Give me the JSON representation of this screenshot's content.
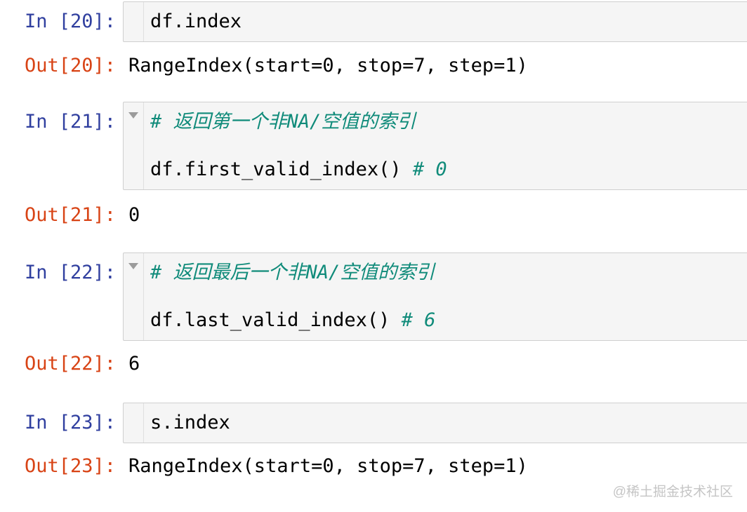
{
  "colors": {
    "in_prompt": "#303f9f",
    "out_prompt": "#d84315",
    "comment": "#108b7a",
    "code_text": "#000000",
    "cell_background": "#f5f5f5",
    "cell_border": "#cfcfcf",
    "gutter_divider": "#e0e0e0",
    "fold_arrow": "#9b9b9b",
    "watermark": "#c5c5c5",
    "page_background": "#ffffff"
  },
  "cells": [
    {
      "input_prompt": "In [20]:",
      "code_line": "df.index",
      "output_prompt": "Out[20]:",
      "output_text": "RangeIndex(start=0, stop=7, step=1)"
    },
    {
      "input_prompt": "In [21]:",
      "comment_line": "# 返回第一个非NA/空值的索引",
      "code_line": "df.first_valid_index() ",
      "inline_comment": "# 0",
      "output_prompt": "Out[21]:",
      "output_text": "0"
    },
    {
      "input_prompt": "In [22]:",
      "comment_line": "# 返回最后一个非NA/空值的索引",
      "code_line": "df.last_valid_index() ",
      "inline_comment": "# 6",
      "output_prompt": "Out[22]:",
      "output_text": "6"
    },
    {
      "input_prompt": "In [23]:",
      "code_line": "s.index",
      "output_prompt": "Out[23]:",
      "output_text": "RangeIndex(start=0, stop=7, step=1)"
    }
  ],
  "watermark": "@稀土掘金技术社区"
}
